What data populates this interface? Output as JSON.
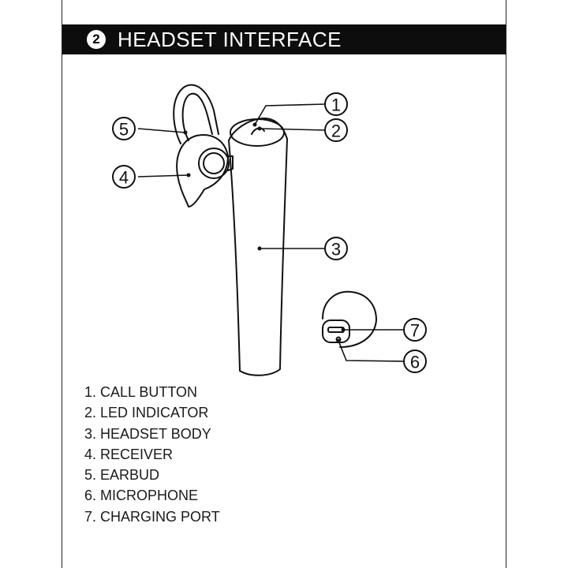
{
  "header": {
    "section_number": "2",
    "title": "HEADSET INTERFACE"
  },
  "callouts": [
    "1",
    "2",
    "3",
    "4",
    "5",
    "6",
    "7"
  ],
  "legend": [
    "1. CALL BUTTON",
    "2. LED INDICATOR",
    "3. HEADSET BODY",
    "4. RECEIVER",
    "5. EARBUD",
    "6. MICROPHONE",
    "7. CHARGING PORT"
  ],
  "colors": {
    "title_bar": "#0d0d0d",
    "line_art": "#111111"
  }
}
